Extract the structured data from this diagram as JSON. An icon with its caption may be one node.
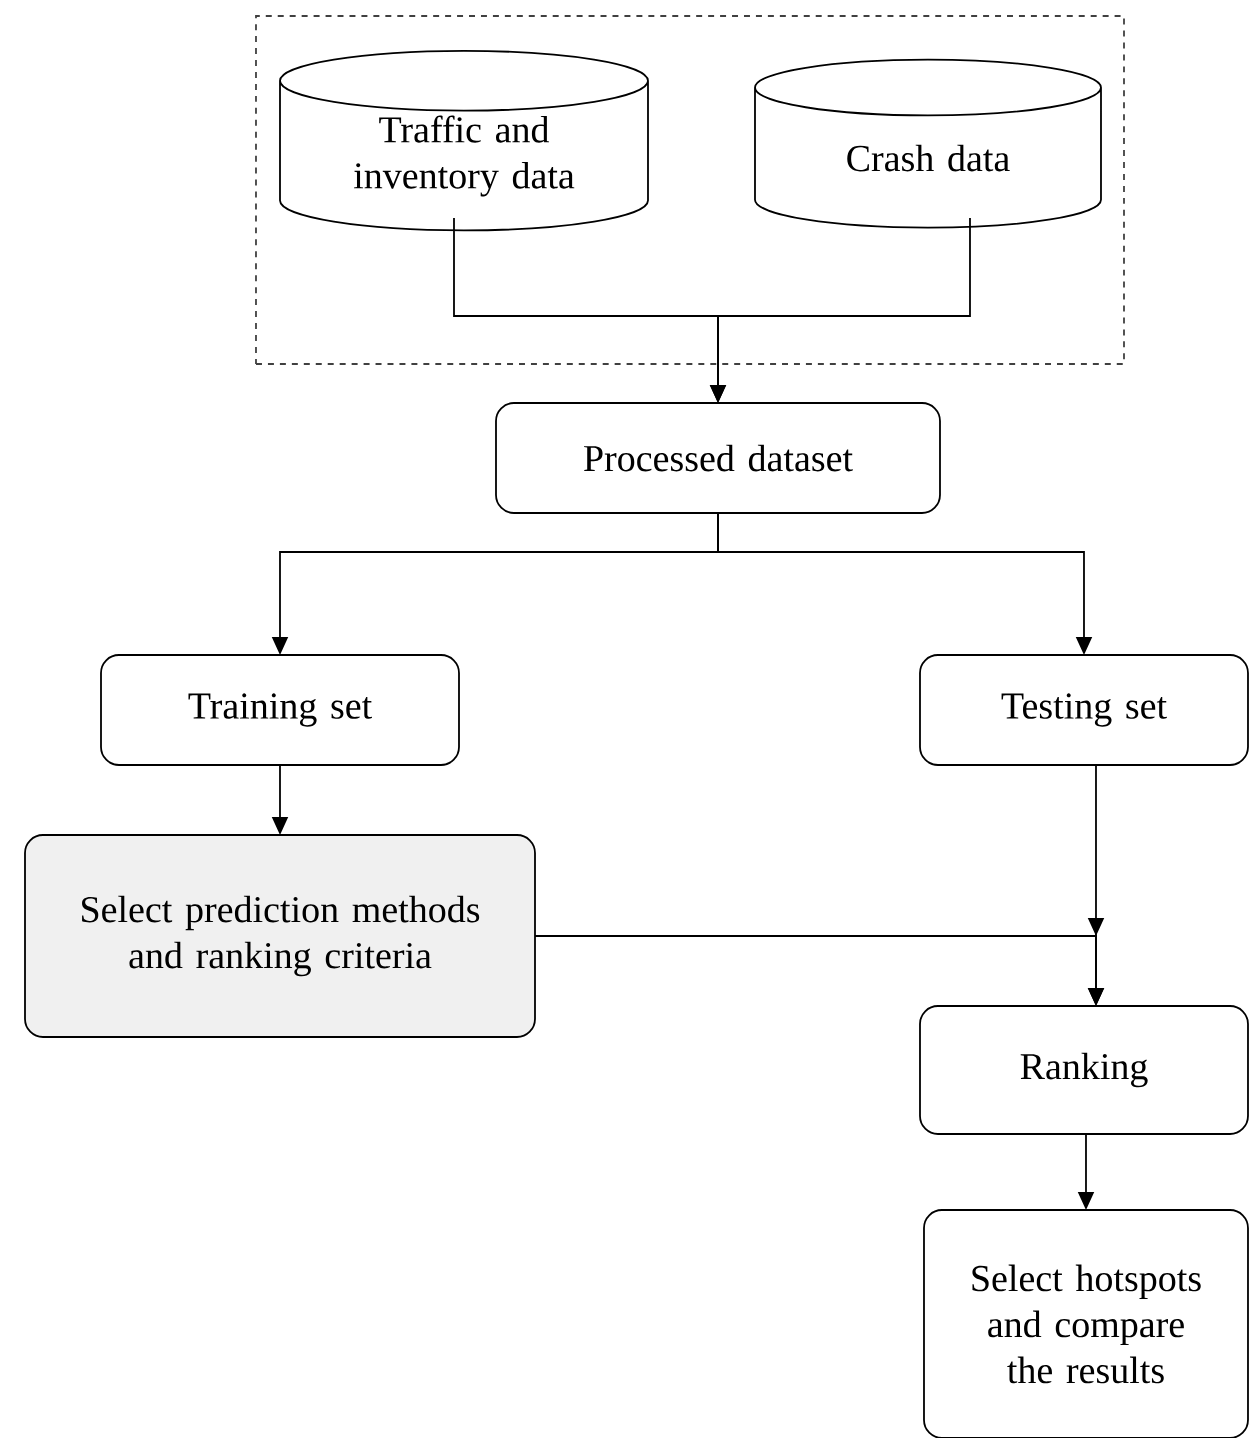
{
  "diagram": {
    "nodes": [
      {
        "text": [],
        "shape": "box"
      },
      {
        "text": [
          "Traffic and inventory data"
        ],
        "in": 0
      },
      {
        "text": [
          "Crash data"
        ],
        "in": 0
      },
      {
        "text": [
          "Processed dataset"
        ]
      },
      {
        "text": [
          "Training set"
        ]
      },
      {
        "text": [
          "Testing set"
        ]
      },
      {
        "text": [
          "Select prediction methods and ranking criteria"
        ]
      },
      {
        "text": [
          "Ranking"
        ]
      },
      {
        "text": [
          "Select hotspots and compare the results"
        ]
      }
    ],
    "edges": [
      {
        "from": 1,
        "to": 3,
        "arrow": "to"
      },
      {
        "from": 2,
        "to": 3,
        "arrow": "to"
      },
      {
        "from": 3,
        "to": 4,
        "arrow": "to"
      },
      {
        "from": 3,
        "to": 5,
        "arrow": "to"
      },
      {
        "from": 4,
        "to": 6,
        "arrow": "to"
      },
      {
        "from": 5,
        "to": 7,
        "arrow": "to"
      },
      {
        "from": 6,
        "to": 7,
        "arrow": "to"
      },
      {
        "from": 7,
        "to": 8,
        "arrow": "to"
      }
    ]
  }
}
